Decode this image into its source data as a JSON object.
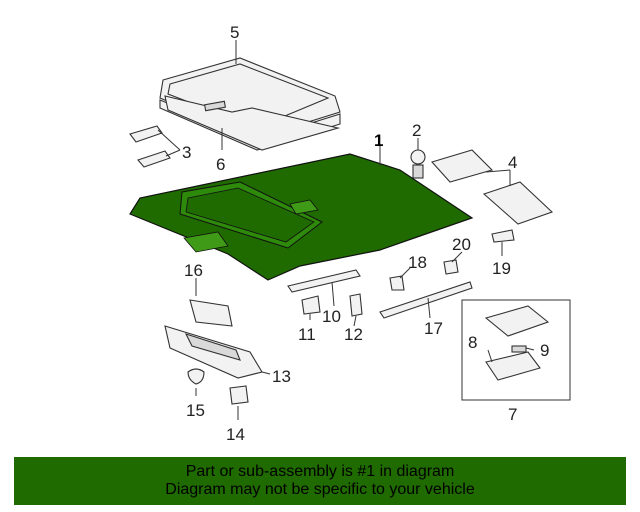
{
  "colors": {
    "highlight": "#1f6b00",
    "banner_bg": "#1f6b00",
    "line": "#333333"
  },
  "callouts": {
    "c1": "1",
    "c2": "2",
    "c3": "3",
    "c4": "4",
    "c5": "5",
    "c6": "6",
    "c7": "7",
    "c8": "8",
    "c9": "9",
    "c10": "10",
    "c11": "11",
    "c12": "12",
    "c13": "13",
    "c14": "14",
    "c15": "15",
    "c16": "16",
    "c17": "17",
    "c18": "18",
    "c19": "19",
    "c20": "20"
  },
  "banner": {
    "line1": "Part or sub-assembly is #1 in diagram",
    "line2": "Diagram may not be specific to your vehicle"
  }
}
